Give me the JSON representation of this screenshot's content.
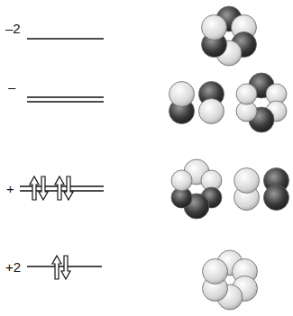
{
  "diagram": {
    "labels": [
      "–2",
      "–",
      "+",
      "+2"
    ]
  }
}
